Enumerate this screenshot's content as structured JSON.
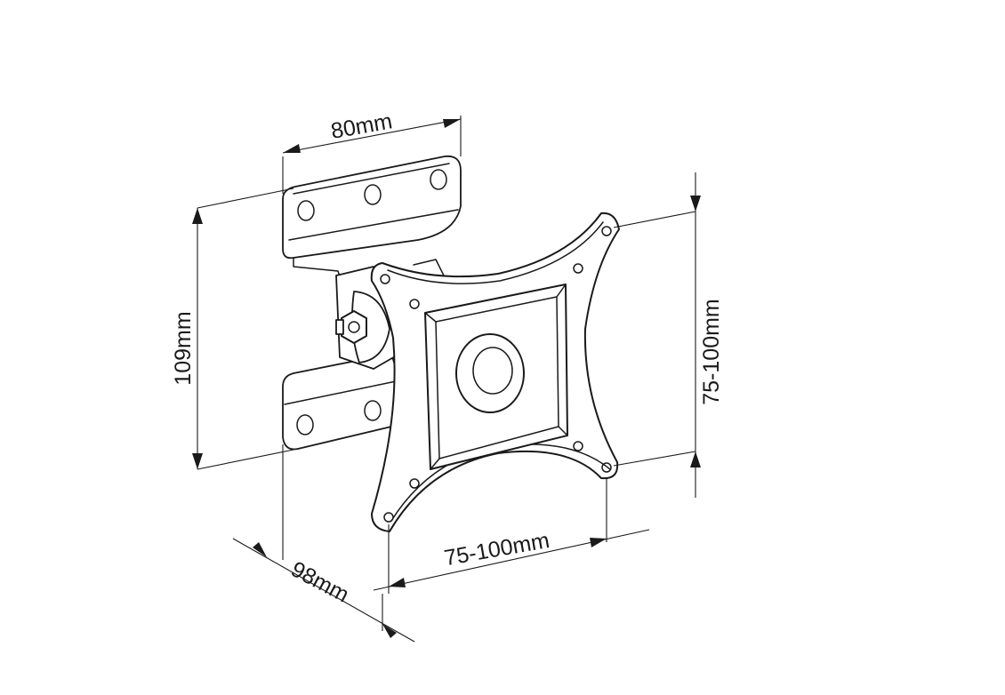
{
  "dimensions": {
    "top_width": "80mm",
    "height": "109mm",
    "vesa_vertical": "75-100mm",
    "vesa_horizontal": "75-100mm",
    "depth": "98mm"
  },
  "colors": {
    "line": "#1a1a1a",
    "background": "#ffffff"
  }
}
